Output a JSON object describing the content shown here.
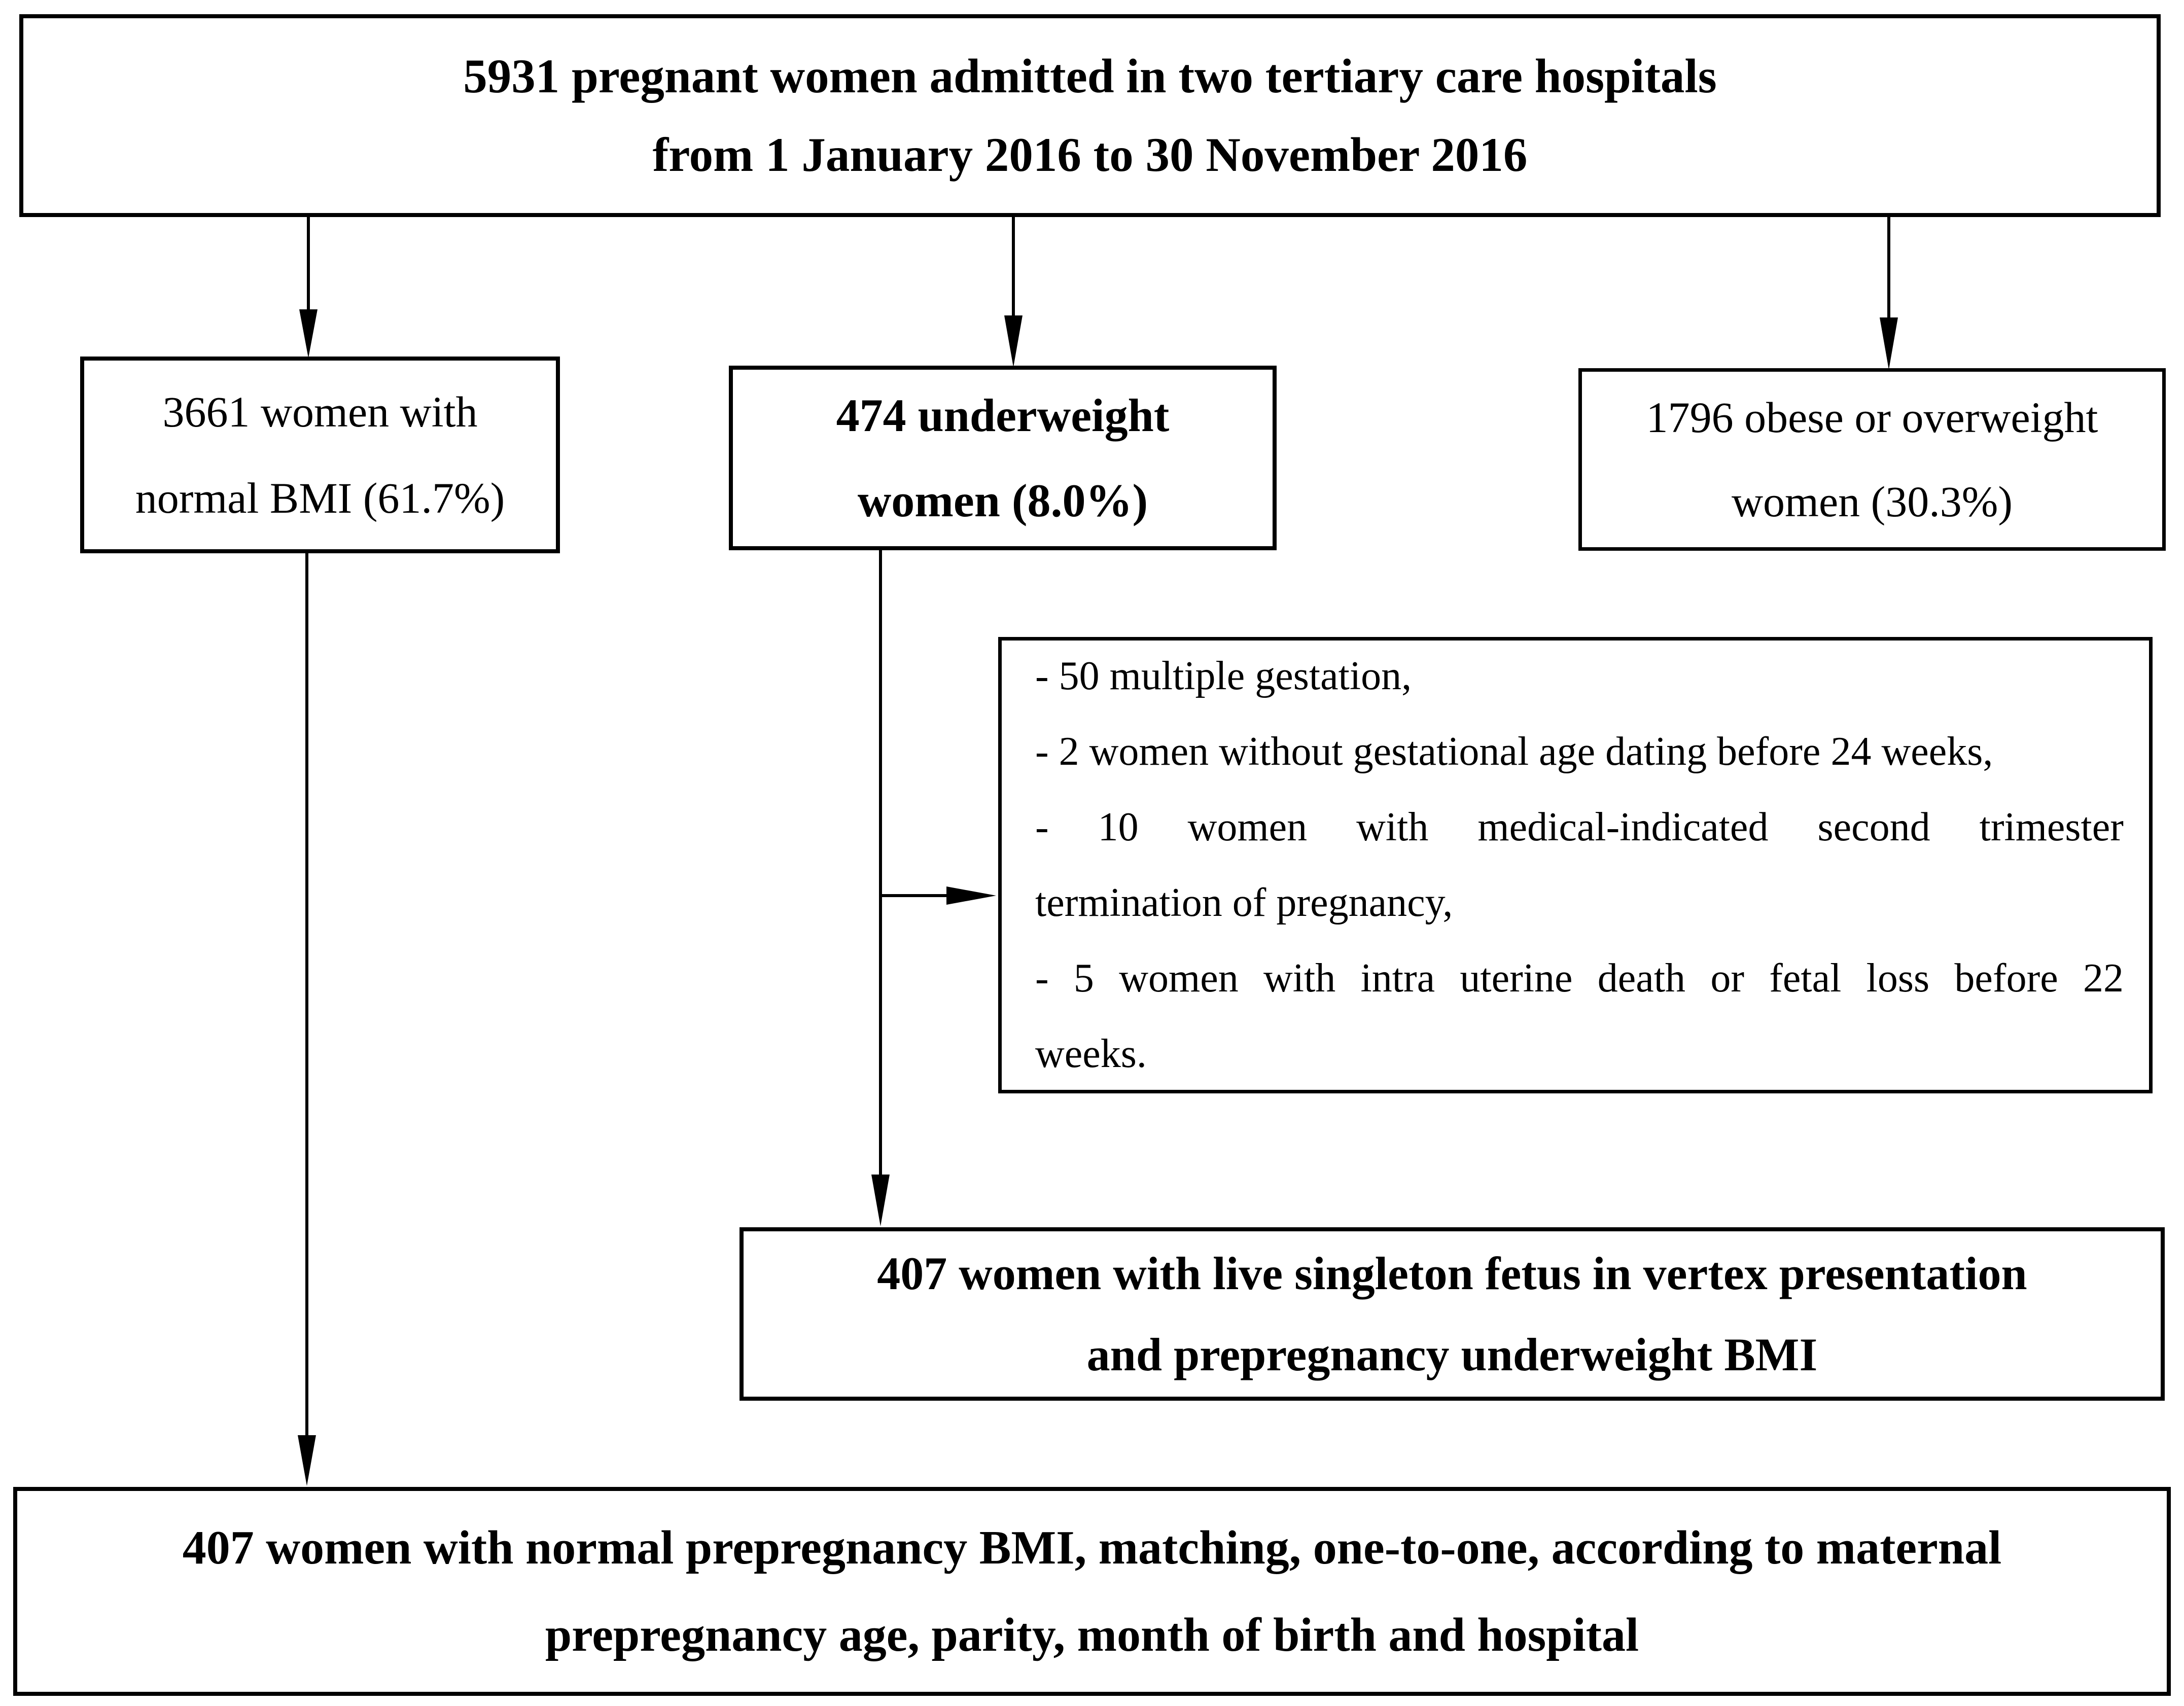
{
  "flowchart": {
    "top_box": {
      "lines": [
        "5931 pregnant women admitted in two tertiary care hospitals",
        "from 1 January 2016 to 30 November 2016"
      ]
    },
    "normal_bmi_box": {
      "lines": [
        "3661 women with",
        "normal BMI (61.7%)"
      ]
    },
    "underweight_box": {
      "lines": [
        "474 underweight",
        "women (8.0%)"
      ]
    },
    "obese_overweight_box": {
      "lines": [
        "1796 obese or overweight",
        "women (30.3%)"
      ]
    },
    "exclusion_box": {
      "lines": [
        "- 50 multiple gestation,",
        "- 2 women without gestational age dating before 24 weeks,",
        "- 10 women with medical-indicated second trimester",
        "termination of pregnancy,",
        "- 5 women with intra uterine death or fetal loss before 22",
        "weeks."
      ]
    },
    "singleton_box": {
      "lines": [
        "407 women with live singleton fetus in vertex presentation",
        "and prepregnancy underweight BMI"
      ]
    },
    "matched_box": {
      "lines": [
        "407 women with normal prepregnancy BMI, matching, one-to-one, according to maternal",
        "prepregnancy age, parity, month of birth and hospital"
      ]
    },
    "colors": {
      "line": "#000000",
      "background": "#ffffff"
    }
  }
}
